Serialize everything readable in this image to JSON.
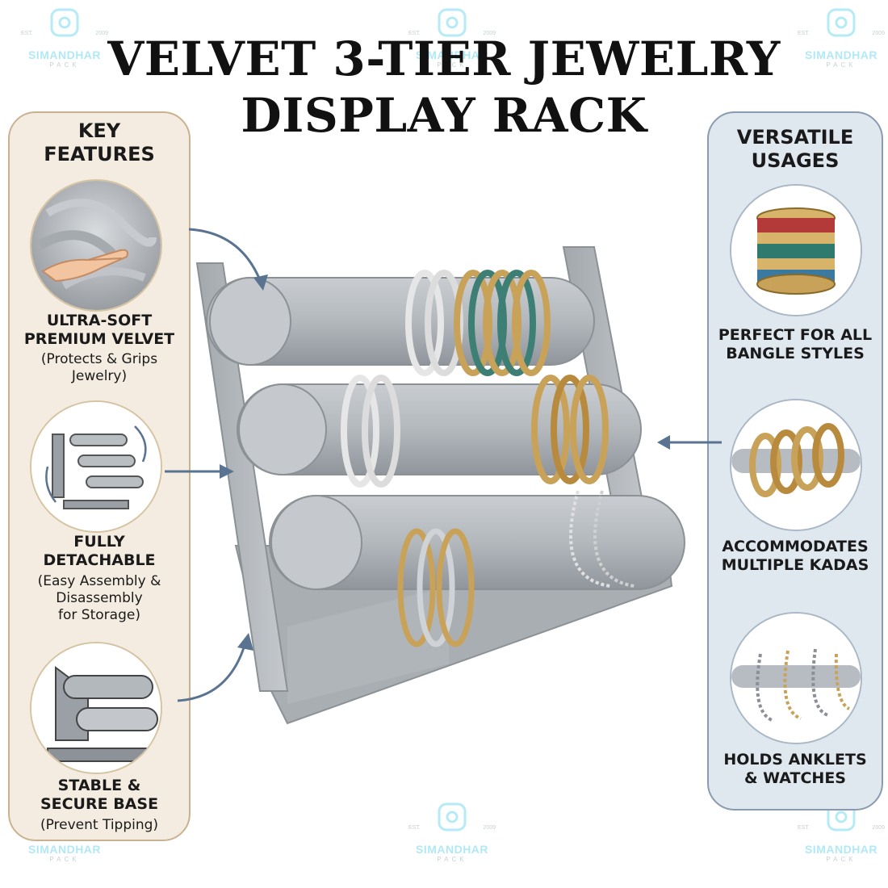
{
  "title_line1": "VELVET 3-TIER JEWELRY",
  "title_line2": "DISPLAY RACK",
  "left": {
    "heading_line1": "KEY",
    "heading_line2": "FEATURES",
    "features": [
      {
        "title1": "ULTRA-SOFT",
        "title2": "PREMIUM VELVET",
        "sub1": "(Protects & Grips",
        "sub2": "Jewelry)",
        "icon": "velvet-hand-icon"
      },
      {
        "title1": "FULLY",
        "title2": "DETACHABLE",
        "sub1": "(Easy Assembly &",
        "sub2": "Disassembly",
        "sub3": "for Storage)",
        "icon": "detachable-parts-icon"
      },
      {
        "title1": "STABLE &",
        "title2": "SECURE BASE",
        "sub1": "(Prevent Tipping)",
        "icon": "stable-base-icon"
      }
    ]
  },
  "right": {
    "heading_line1": "VERSATILE",
    "heading_line2": "USAGES",
    "usages": [
      {
        "line1": "PERFECT FOR ALL",
        "line2": "BANGLE STYLES",
        "icon": "bangles-stack-icon"
      },
      {
        "line1": "ACCOMMODATES",
        "line2": "MULTIPLE KADAS",
        "icon": "kadas-on-rod-icon"
      },
      {
        "line1": "HOLDS ANKLETS",
        "line2": "& WATCHES",
        "icon": "anklets-on-rod-icon"
      }
    ]
  },
  "watermark": {
    "brand": "SIMANDHAR",
    "sub": "PACK",
    "est": "EST.",
    "year": "2009"
  },
  "colors": {
    "left_panel_bg": "#f4ece0",
    "right_panel_bg": "#dfe7ef",
    "velvet_gray": "#b8bcc0",
    "gold": "#c9a25a",
    "arrow": "#5a7390"
  }
}
